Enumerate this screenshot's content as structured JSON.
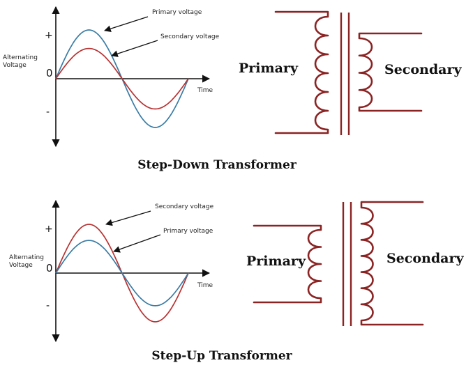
{
  "colors": {
    "primary_wave": "#3a7ca5",
    "secondary_wave": "#b83232",
    "coil": "#8b2323",
    "axis": "#111111"
  },
  "panels": [
    {
      "caption": "Step-Down Transformer",
      "graph": {
        "y_axis_label_line1": "Alternating",
        "y_axis_label_line2": "Voltage",
        "plus_sign": "+",
        "minus_sign": "-",
        "zero_label": "0",
        "x_axis_label": "Time",
        "annotation_upper": "Primary voltage",
        "annotation_lower": "Secondary voltage"
      },
      "transformer": {
        "primary_label": "Primary",
        "secondary_label": "Secondary",
        "primary_turns": 6,
        "secondary_turns": 4
      },
      "waves": [
        {
          "series": "primary",
          "relative_amplitude": 1.0
        },
        {
          "series": "secondary",
          "relative_amplitude": 0.62
        }
      ]
    },
    {
      "caption": "Step-Up Transformer",
      "graph": {
        "y_axis_label_line1": "Alternating",
        "y_axis_label_line2": "Voltage",
        "plus_sign": "+",
        "minus_sign": "-",
        "zero_label": "0",
        "x_axis_label": "Time",
        "annotation_upper": "Secondary voltage",
        "annotation_lower": "Primary voltage"
      },
      "transformer": {
        "primary_label": "Primary",
        "secondary_label": "Secondary",
        "primary_turns": 4,
        "secondary_turns": 7
      },
      "waves": [
        {
          "series": "secondary",
          "relative_amplitude": 1.0
        },
        {
          "series": "primary",
          "relative_amplitude": 0.67
        }
      ]
    }
  ]
}
